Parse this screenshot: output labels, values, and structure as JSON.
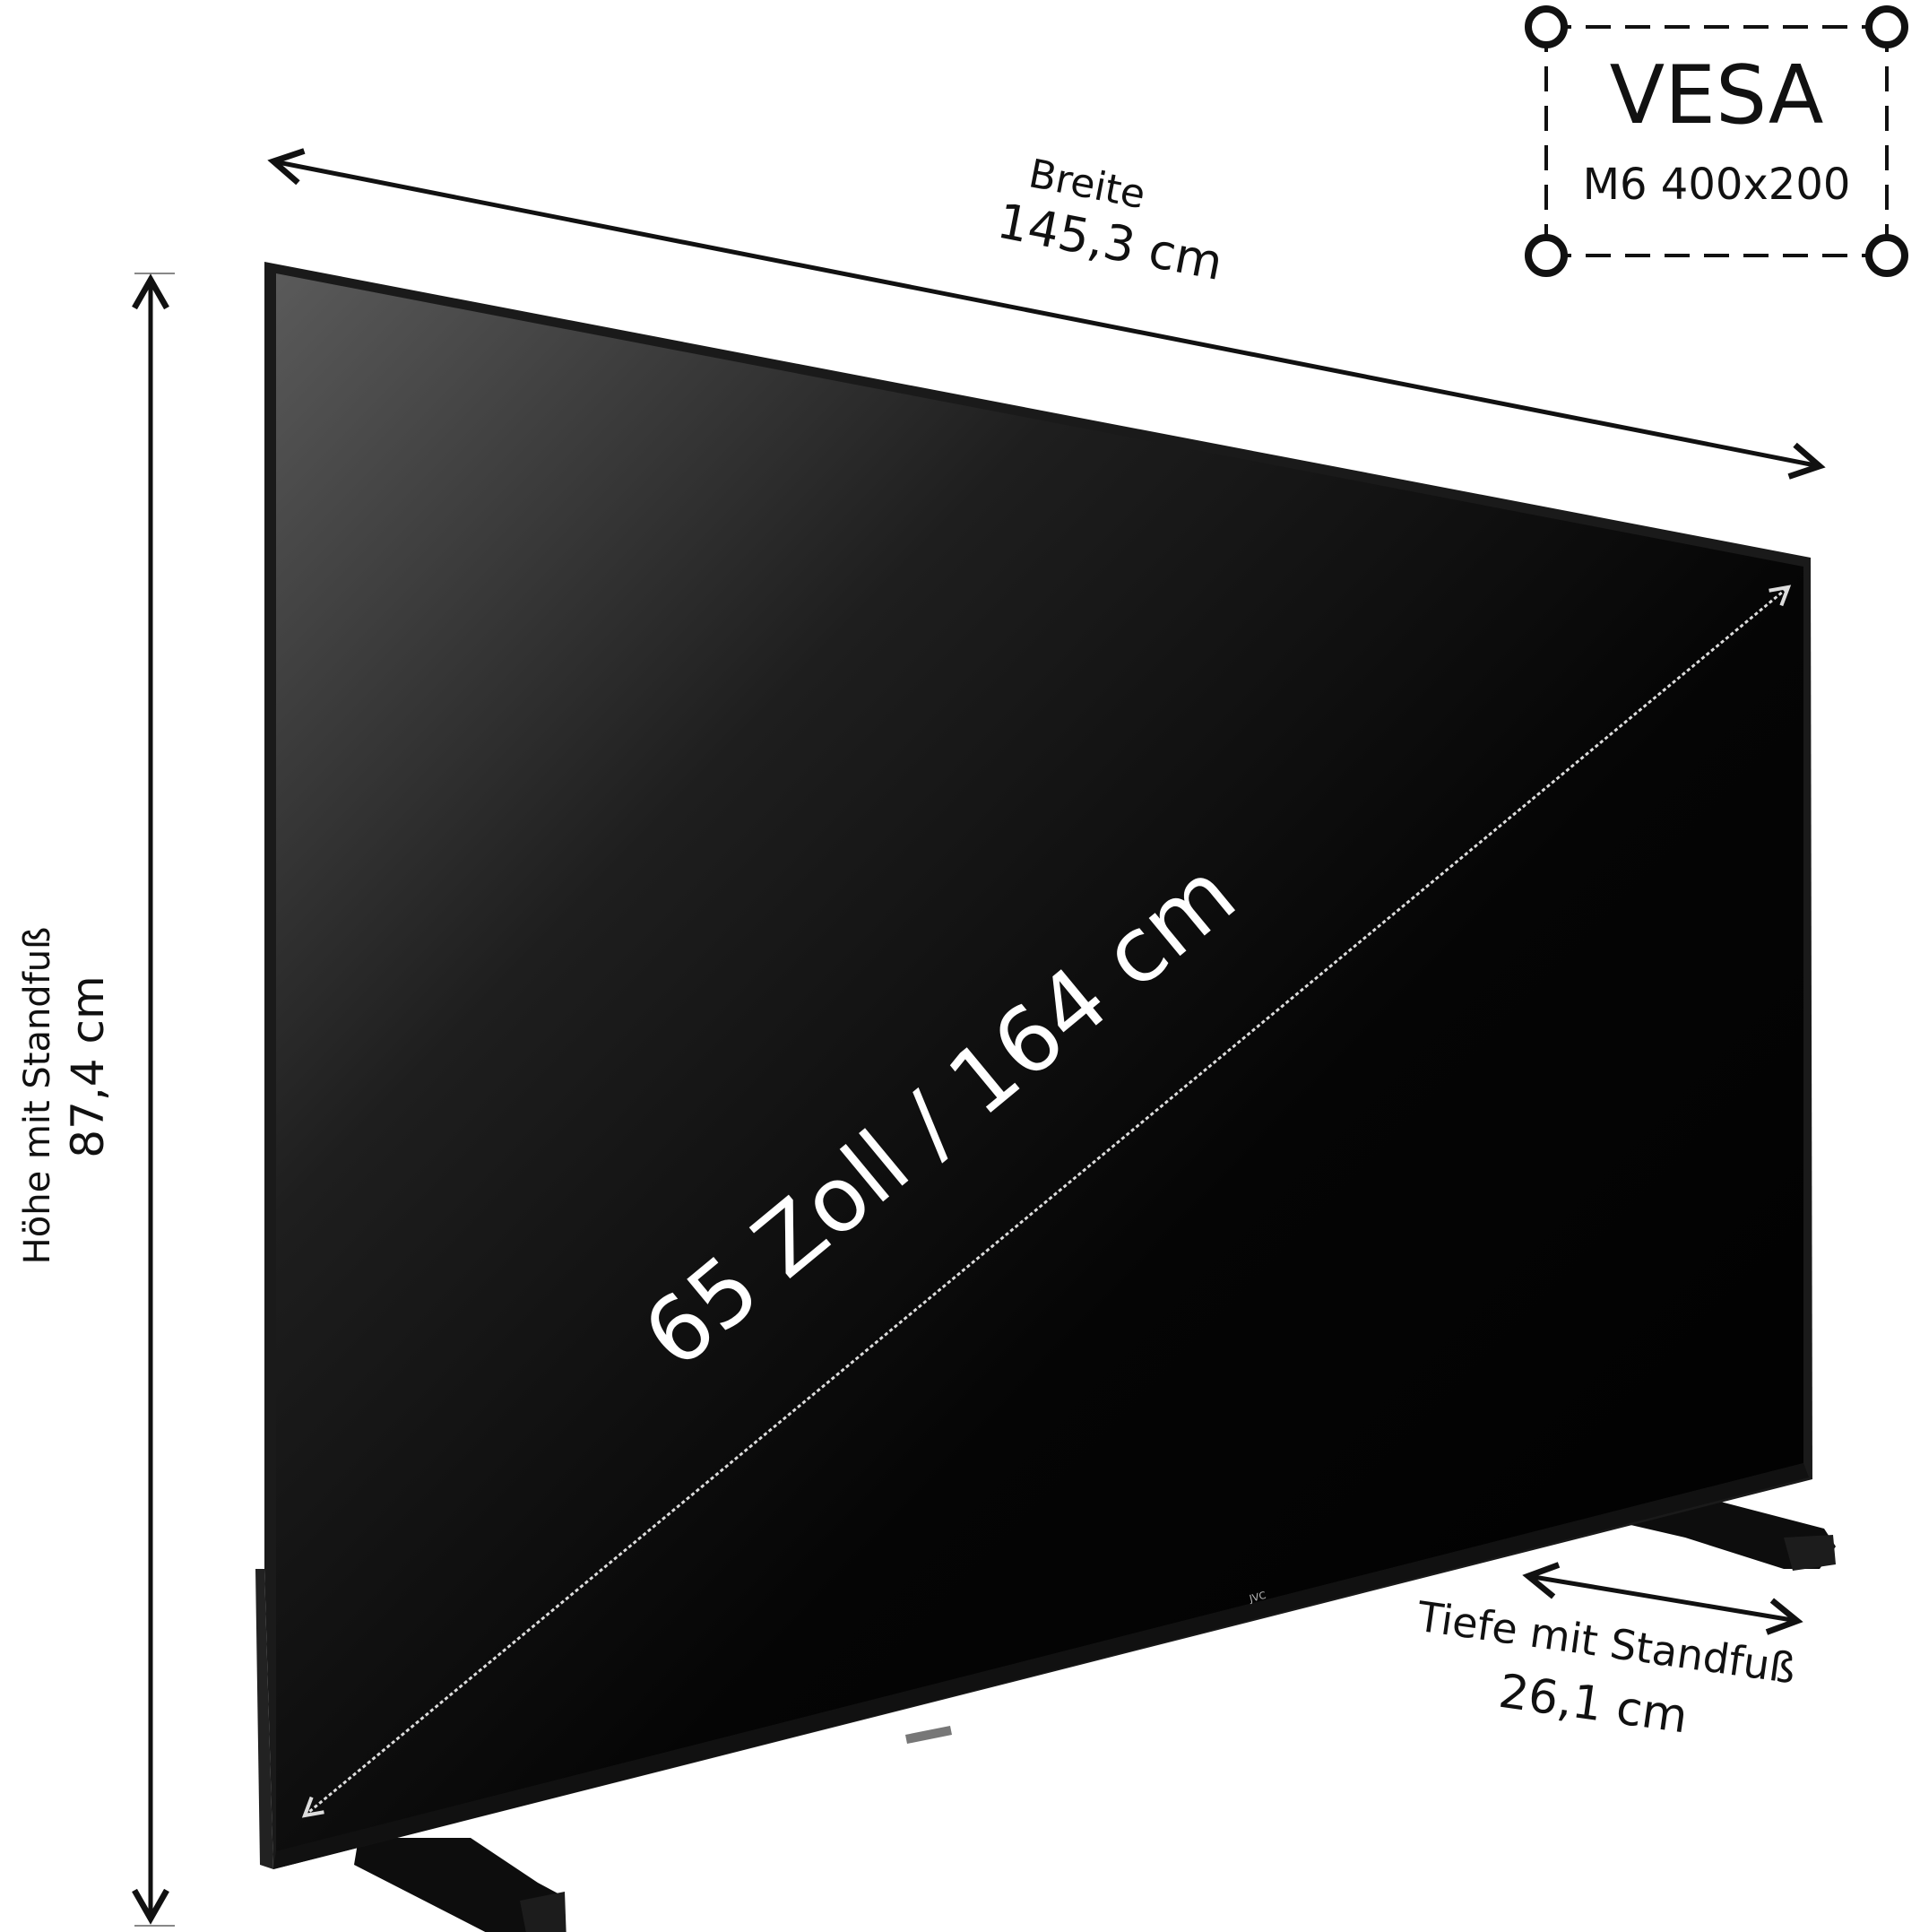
{
  "diagram": {
    "width_label": "Breite",
    "width_value": "145,3 cm",
    "height_label": "Höhe mit Standfuß",
    "height_value": "87,4 cm",
    "depth_label": "Tiefe mit Standfuß",
    "depth_value": "26,1 cm",
    "diagonal_label": "65 Zoll / 164 cm",
    "vesa_title": "VESA",
    "vesa_spec": "M6 400x200",
    "brand": "JVC"
  },
  "colors": {
    "screen": "#000000",
    "bezel": "#1a1a1a",
    "text": "#111111",
    "diagonal": "#ffffff"
  }
}
